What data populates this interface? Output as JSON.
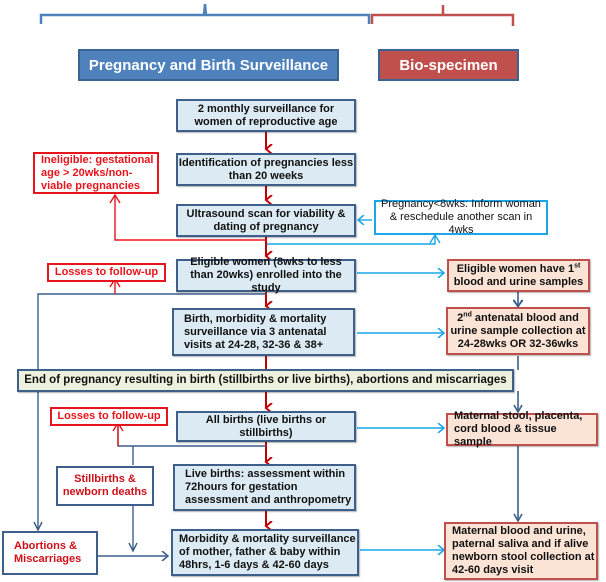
{
  "headers": {
    "surveillance": "Pregnancy and Birth Surveillance",
    "biospecimen": "Bio-specimen"
  },
  "main_flow": {
    "step1": "2 monthly surveillance for women of reproductive age",
    "step2": "Identification of pregnancies less than 20 weeks",
    "step3": "Ultrasound scan for viability & dating of pregnancy",
    "step4": "Eligible women (8wks to less than 20wks) enrolled into the study",
    "step5": "Birth, morbidity & mortality surveillance via 3 antenatal visits at 24-28, 32-36 & 38+",
    "end_band": "End of pregnancy resulting in birth (stillbirths or live births), abortions and miscarriages",
    "step6": "All births (live births or stillbirths)",
    "step7": "Live births: assessment within 72hours for gestation assessment and anthropometry",
    "step8": "Morbidity & mortality surveillance of mother, father & baby within 48hrs, 1-6 days & 42-60 days"
  },
  "side_outcomes": {
    "ineligible": "Ineligible: gestational age > 20wks/non-viable pregnancies",
    "reschedule": "Pregnancy<8wks: Inform woman & reschedule another scan in 4wks",
    "losses1": "Losses to follow-up",
    "losses2": "Losses to follow-up",
    "stillbirths": "Stillbirths & newborn deaths",
    "abortions": "Abortions & Miscarriages"
  },
  "biospecimen_flow": {
    "sample1_pre": "Eligible women have 1",
    "sample1_sup": "st",
    "sample1_post": " blood and urine samples",
    "sample2_sup": "nd",
    "sample2_pre": "2",
    "sample2_post": " antenatal  blood and urine sample collection at 24-28wks OR 32-36wks",
    "sample3": "Maternal stool, placenta, cord blood & tissue sample",
    "sample4": "Maternal  blood and urine, paternal saliva and if alive newborn stool collection at 42-60 days visit"
  },
  "colors": {
    "main_flow_arrow": "#c00000",
    "biospecimen_arrow": "#1aa6e8",
    "outcome_line": "#3d5f8a",
    "header_blue": "#4f81bd",
    "header_red": "#c0504d"
  }
}
